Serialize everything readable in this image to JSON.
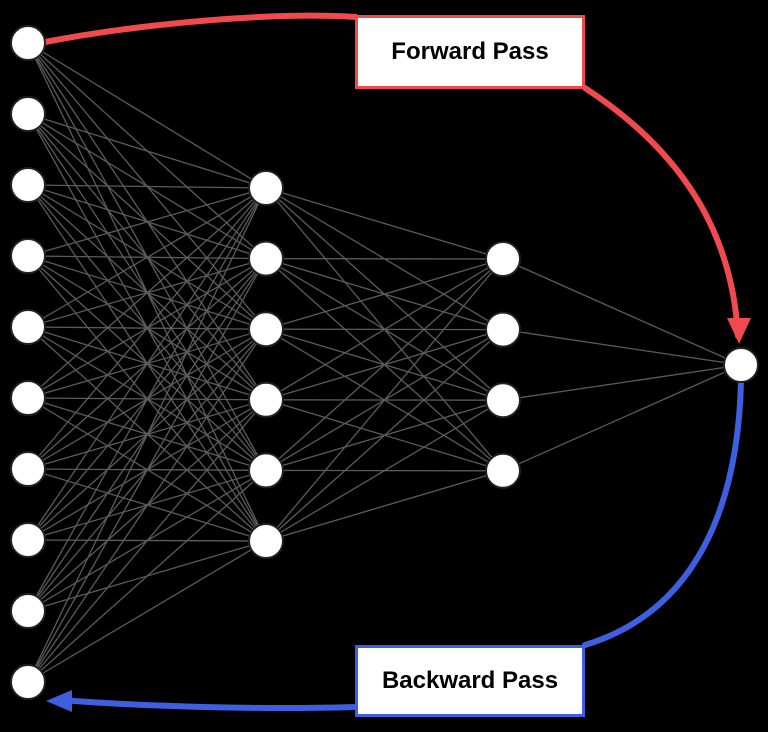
{
  "colors": {
    "background": "#000000",
    "edge": "#5c5c5c",
    "node_fill": "#ffffff",
    "node_stroke": "#222222",
    "forward": "#f04a4f",
    "backward": "#3d5fe0"
  },
  "network": {
    "layers": [
      {
        "name": "input-layer",
        "nodes": 10
      },
      {
        "name": "hidden-layer-1",
        "nodes": 6
      },
      {
        "name": "hidden-layer-2",
        "nodes": 4
      },
      {
        "name": "output-layer",
        "nodes": 1
      }
    ]
  },
  "forward": {
    "label": "Forward Pass"
  },
  "backward": {
    "label": "Backward Pass"
  }
}
